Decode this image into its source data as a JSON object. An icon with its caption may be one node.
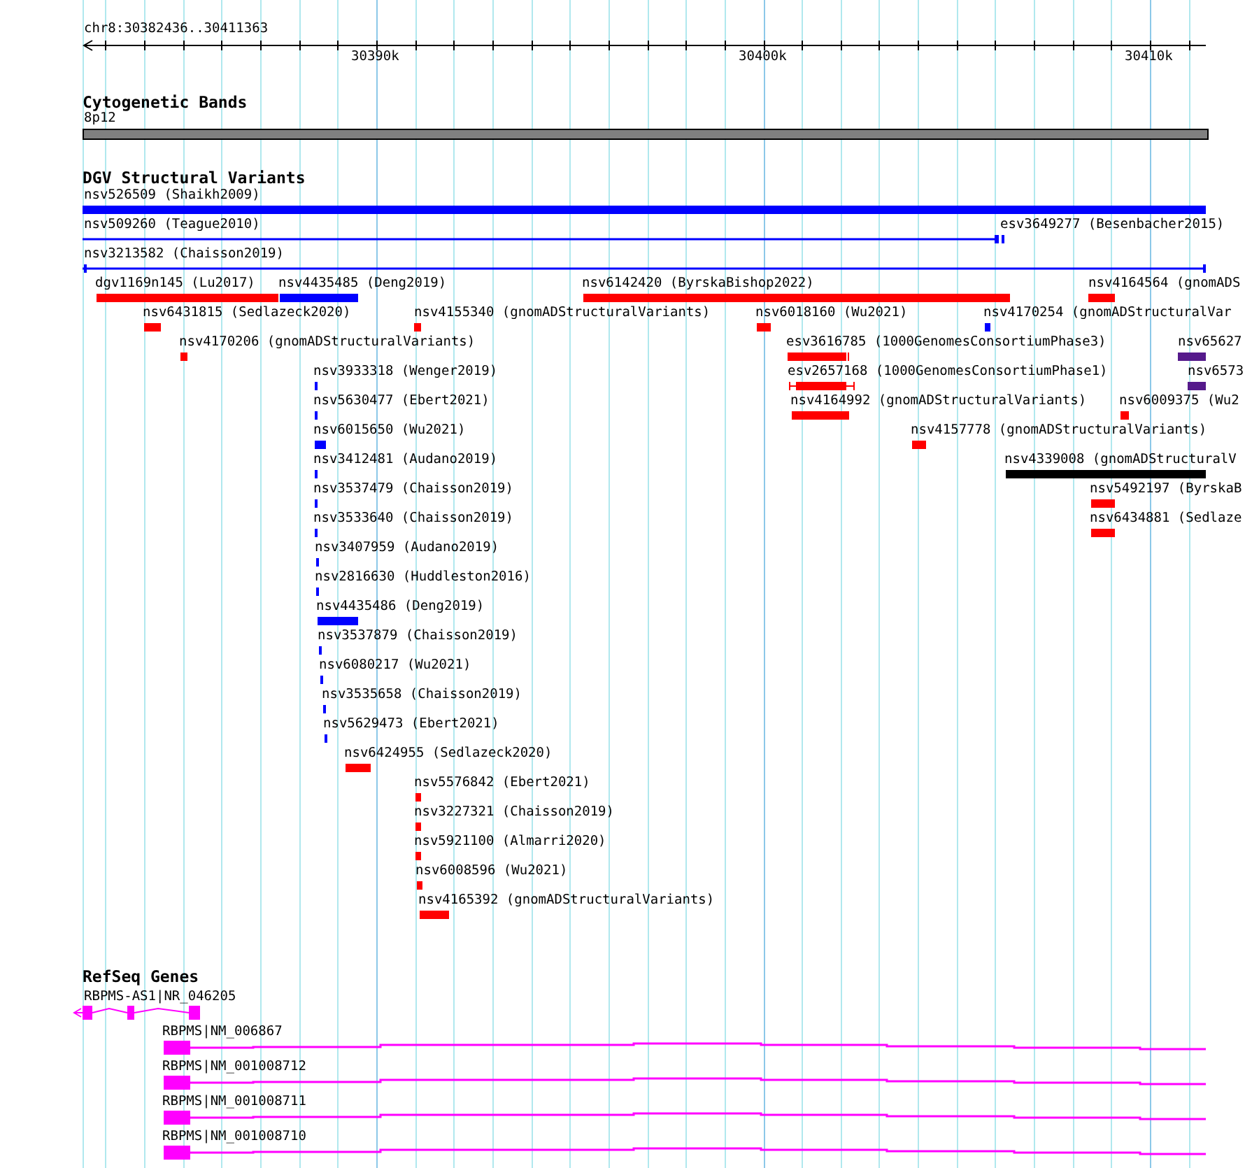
{
  "diagram": {
    "nodes": [
      {
        "text": [
          "8p12"
        ]
      },
      {
        "text": [
          "nsv526509 (Shaikh2009)"
        ]
      },
      {
        "text": [
          "nsv509260 (Teague2010)"
        ]
      },
      {
        "text": [
          "esv3649277 (Besenbacher2015)"
        ]
      },
      {
        "text": [
          "nsv3213582 (Chaisson2019)"
        ]
      },
      {
        "text": [
          "dgv1169n145 (Lu2017)"
        ]
      },
      {
        "text": [
          "nsv4435485 (Deng2019)"
        ]
      },
      {
        "text": [
          "nsv6142420 (ByrskaBishop2022)"
        ]
      },
      {
        "text": [
          "nsv4164564 (gnomADS"
        ]
      },
      {
        "text": [
          "nsv6431815 (Sedlazeck2020)"
        ]
      },
      {
        "text": [
          "nsv4155340 (gnomADStructuralVariants)"
        ]
      },
      {
        "text": [
          "nsv6018160 (Wu2021)"
        ]
      },
      {
        "text": [
          "nsv4170254 (gnomADStructuralVar"
        ]
      },
      {
        "text": [
          "nsv4170206 (gnomADStructuralVariants)"
        ]
      },
      {
        "text": [
          "esv3616785 (1000GenomesConsortiumPhase3)"
        ]
      },
      {
        "text": [
          "nsv65627"
        ]
      },
      {
        "text": [
          "nsv3933318 (Wenger2019)"
        ]
      },
      {
        "text": [
          "esv2657168 (1000GenomesConsortiumPhase1)"
        ]
      },
      {
        "text": [
          "nsv6573"
        ]
      },
      {
        "text": [
          "nsv5630477 (Ebert2021)"
        ]
      },
      {
        "text": [
          "nsv4164992 (gnomADStructuralVariants)"
        ]
      },
      {
        "text": [
          "nsv6009375 (Wu2"
        ]
      },
      {
        "text": [
          "nsv6015650 (Wu2021)"
        ]
      },
      {
        "text": [
          "nsv4157778 (gnomADStructuralVariants)"
        ]
      },
      {
        "text": [
          "nsv3412481 (Audano2019)"
        ]
      },
      {
        "text": [
          "nsv4339008 (gnomADStructuralV"
        ]
      },
      {
        "text": [
          "nsv3537479 (Chaisson2019)"
        ]
      },
      {
        "text": [
          "nsv5492197 (ByrskaB"
        ]
      },
      {
        "text": [
          "nsv3533640 (Chaisson2019)"
        ]
      },
      {
        "text": [
          "nsv6434881 (Sedlaze"
        ]
      },
      {
        "text": [
          "nsv3407959 (Audano2019)"
        ]
      },
      {
        "text": [
          "nsv2816630 (Huddleston2016)"
        ]
      },
      {
        "text": [
          "nsv4435486 (Deng2019)"
        ]
      },
      {
        "text": [
          "nsv3537879 (Chaisson2019)"
        ]
      },
      {
        "text": [
          "nsv6080217 (Wu2021)"
        ]
      },
      {
        "text": [
          "nsv3535658 (Chaisson2019)"
        ]
      },
      {
        "text": [
          "nsv5629473 (Ebert2021)"
        ]
      },
      {
        "text": [
          "nsv6424955 (Sedlazeck2020)"
        ]
      },
      {
        "text": [
          "nsv5576842 (Ebert2021)"
        ]
      },
      {
        "text": [
          "nsv3227321 (Chaisson2019)"
        ]
      },
      {
        "text": [
          "nsv5921100 (Almarri2020)"
        ]
      },
      {
        "text": [
          "nsv6008596 (Wu2021)"
        ]
      },
      {
        "text": [
          "nsv4165392 (gnomADStructuralVariants)"
        ]
      },
      {
        "text": [
          "RBPMS-AS1|NR_046205"
        ]
      },
      {
        "text": [
          "RBPMS|NM_006867"
        ]
      },
      {
        "text": [
          "RBPMS|NM_001008712"
        ]
      },
      {
        "text": [
          "RBPMS|NM_001008711"
        ]
      },
      {
        "text": [
          "RBPMS|NM_001008710"
        ]
      }
    ],
    "labels": [
      "chr8:30382436..30411363",
      "30390k",
      "30400k",
      "30410k",
      "Cytogenetic Bands",
      "DGV Structural Variants",
      "RefSeq Genes"
    ]
  }
}
